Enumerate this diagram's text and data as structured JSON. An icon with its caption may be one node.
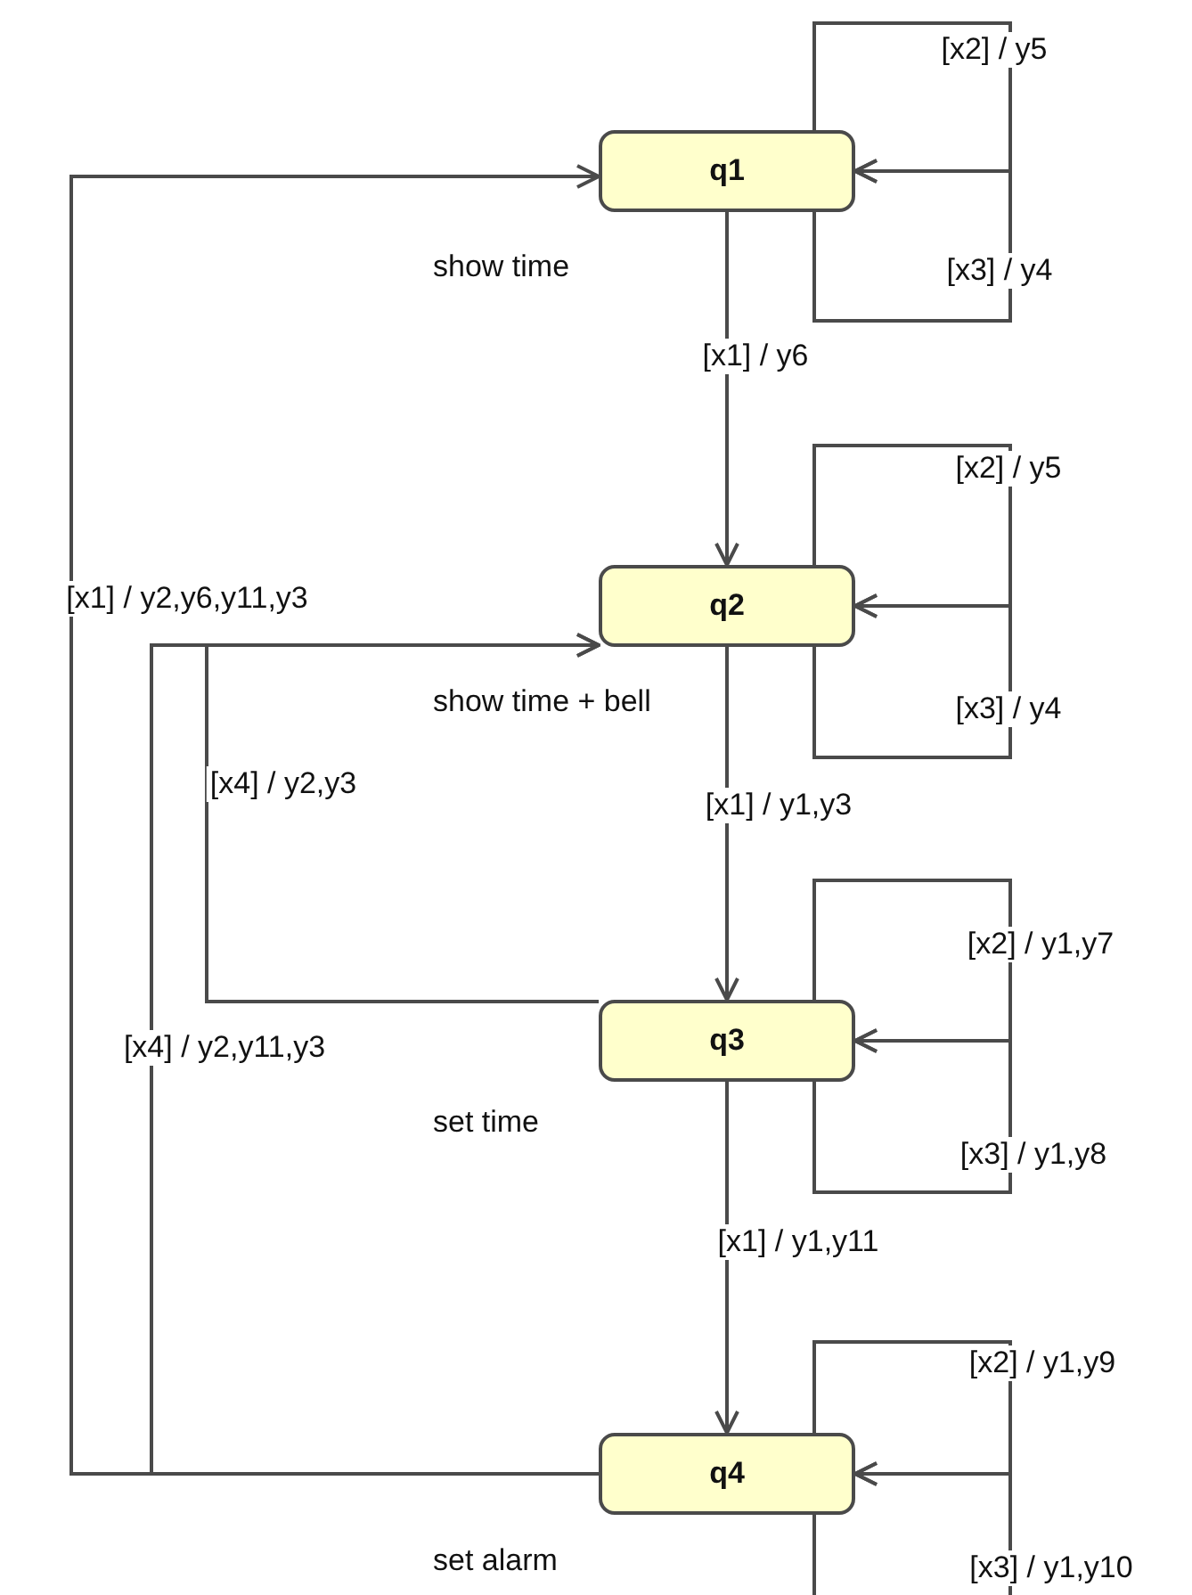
{
  "diagram": {
    "nodes": [
      {
        "text": [
          "q1"
        ],
        "beside": [
          "show time"
        ]
      },
      {
        "text": [
          "q2"
        ],
        "beside": [
          "show time + bell"
        ]
      },
      {
        "text": [
          "q3"
        ],
        "beside": [
          "set time"
        ]
      },
      {
        "text": [
          "q4"
        ],
        "beside": [
          "set alarm"
        ]
      }
    ],
    "edges": [
      {
        "from": 0,
        "to": 0,
        "arrow": "to",
        "label": "[x2] / y5"
      },
      {
        "from": 0,
        "to": 0,
        "arrow": "to",
        "label": "[x3] / y4"
      },
      {
        "from": 0,
        "to": 1,
        "arrow": "to",
        "label": "[x1] / y6"
      },
      {
        "from": 1,
        "to": 1,
        "arrow": "to",
        "label": "[x2] / y5"
      },
      {
        "from": 1,
        "to": 1,
        "arrow": "to",
        "label": "[x3] / y4"
      },
      {
        "from": 1,
        "to": 2,
        "arrow": "to",
        "label": "[x1] / y1,y3"
      },
      {
        "from": 2,
        "to": 2,
        "arrow": "to",
        "label": "[x2] / y1,y7"
      },
      {
        "from": 2,
        "to": 2,
        "arrow": "to",
        "label": "[x3] / y1,y8"
      },
      {
        "from": 2,
        "to": 3,
        "arrow": "to",
        "label": "[x1] / y1,y11"
      },
      {
        "from": 3,
        "to": 3,
        "arrow": "to",
        "label": "[x2] / y1,y9"
      },
      {
        "from": 3,
        "to": 3,
        "arrow": "to",
        "label": "[x3] / y1,y10"
      },
      {
        "from": 3,
        "to": 0,
        "arrow": "to",
        "label": "[x1] / y2,y6,y11,y3"
      },
      {
        "from": 2,
        "to": 1,
        "arrow": "to",
        "label": "[x4] / y2,y3"
      },
      {
        "from": 3,
        "to": 1,
        "arrow": "to",
        "label": "[x4] / y2,y11,y3"
      }
    ]
  }
}
